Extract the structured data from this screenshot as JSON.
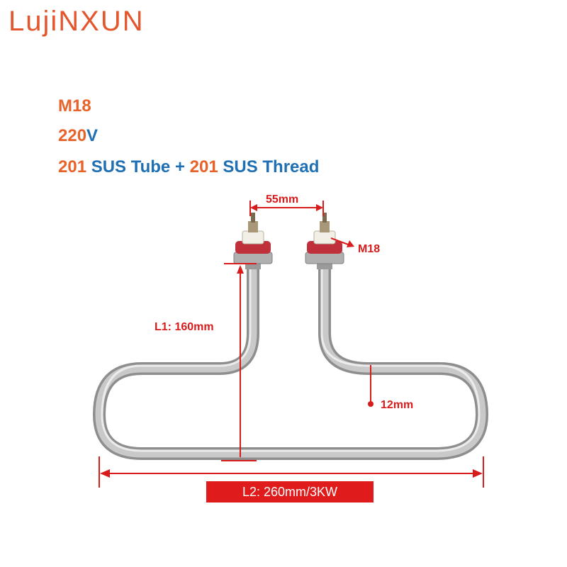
{
  "brand": {
    "name": "LujiNXUN"
  },
  "specs": {
    "thread_size": "M18",
    "voltage_number": "220",
    "voltage_unit": "V",
    "material_tube_grade": "201",
    "material_tube_label": " SUS Tube + ",
    "material_thread_grade": "201",
    "material_thread_label": " SUS Thread"
  },
  "dimensions": {
    "spacing": "55mm",
    "thread_callout": "M18",
    "length_1": "L1: 160mm",
    "tube_diameter": "12mm",
    "length_2_power": "L2: 260mm/3KW"
  },
  "colors": {
    "brand": "#e4572e",
    "spec_orange": "#e8632a",
    "spec_blue": "#1e6fb3",
    "dimension_red": "#d81b1b",
    "tube_metal": "#b9b9b9"
  }
}
